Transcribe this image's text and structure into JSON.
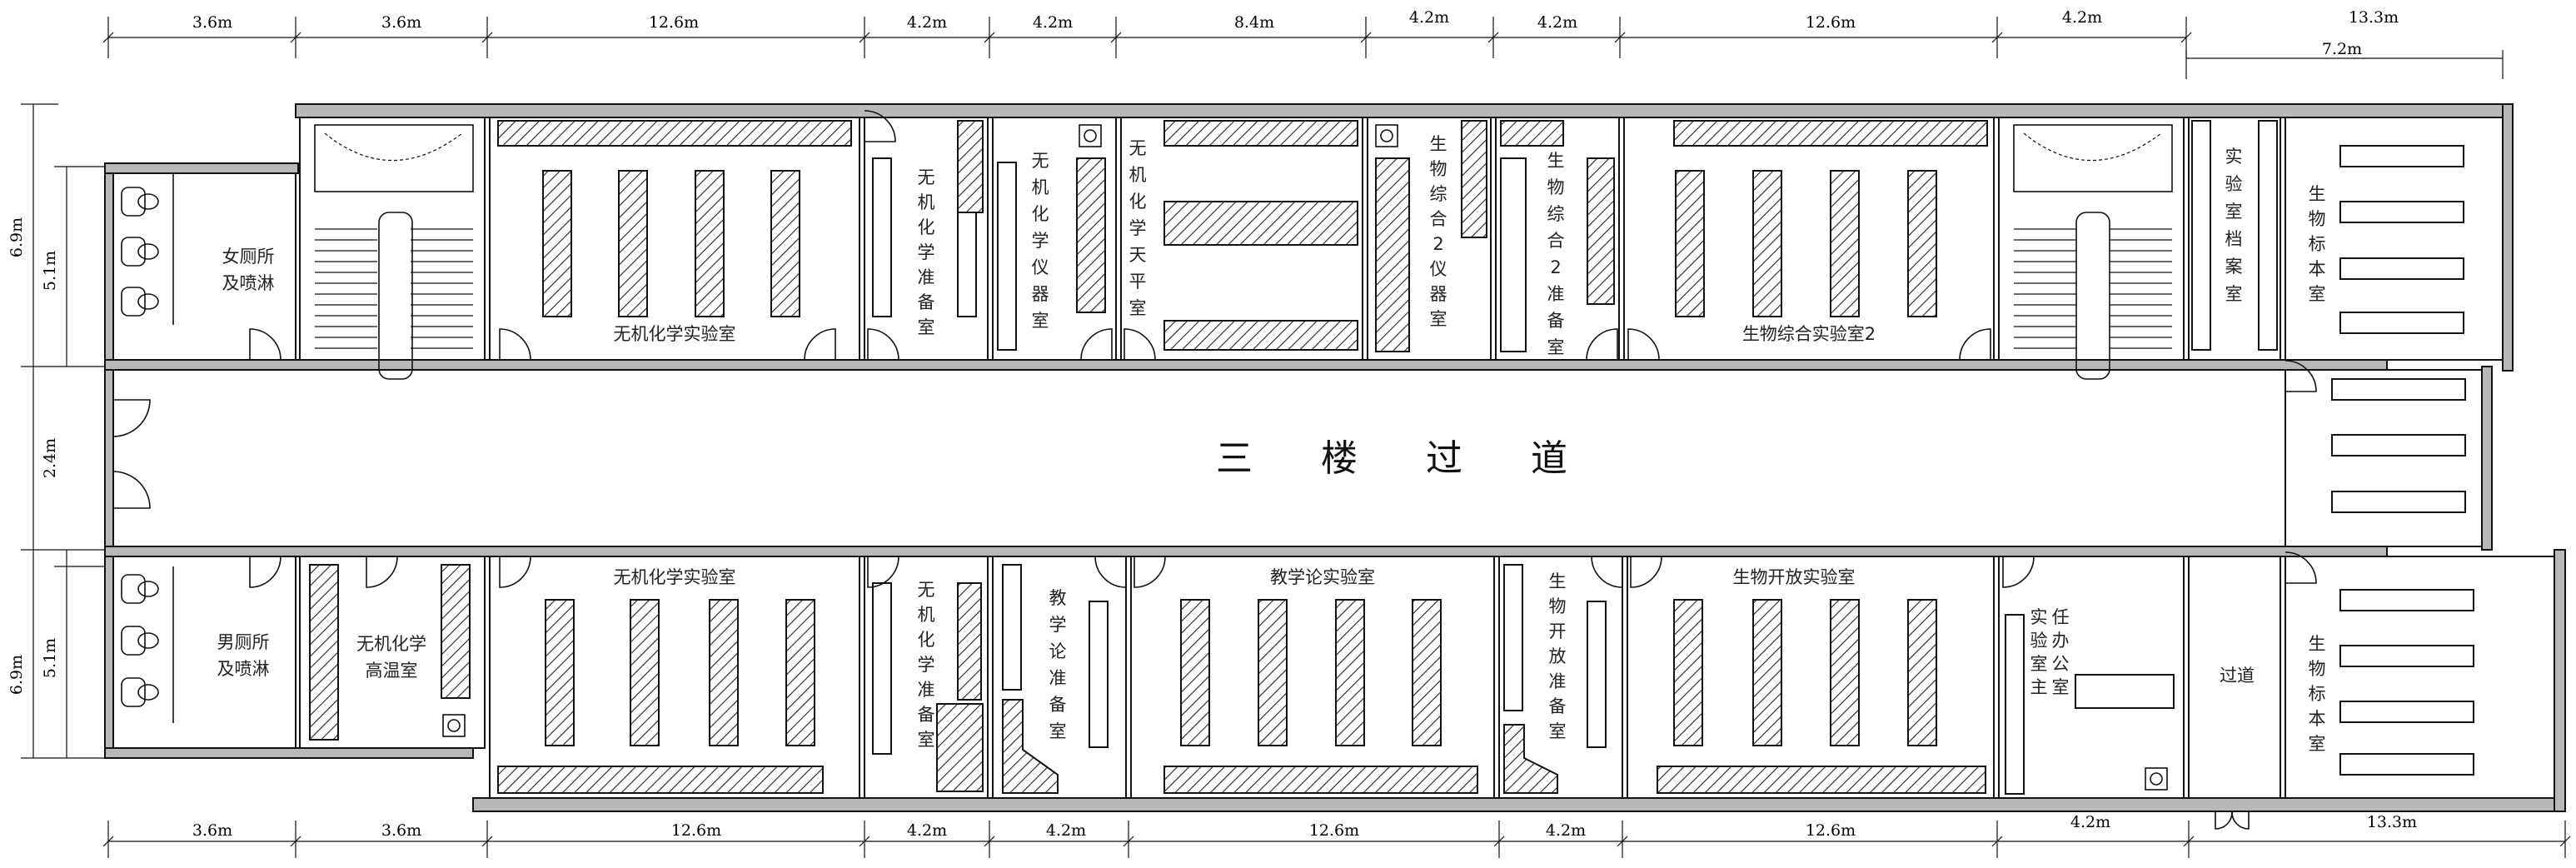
{
  "dimensions": {
    "top_row": [
      "3.6m",
      "3.6m",
      "12.6m",
      "4.2m",
      "4.2m",
      "8.4m",
      "4.2m",
      "4.2m",
      "12.6m",
      "4.2m",
      "13.3m"
    ],
    "top_extra": "7.2m",
    "bottom_row": [
      "3.6m",
      "3.6m",
      "12.6m",
      "4.2m",
      "4.2m",
      "12.6m",
      "4.2m",
      "12.6m",
      "4.2m",
      "13.3m"
    ],
    "left_side": [
      "6.9m",
      "5.1m",
      "2.4m",
      "6.9m",
      "5.1m"
    ]
  },
  "corridor": {
    "label": "三 楼 过 道"
  },
  "rooms_top": {
    "womens": "女厕所\n及喷淋",
    "inorganic_lab": "无机化学实验室",
    "inorganic_prep": "无机化学准备室",
    "inorganic_instr": "无机化学仪器室",
    "inorganic_balance": "无机化学天平室",
    "bio_instr2": "生物综合2仪器室",
    "bio_prep2": "生物综合2准备室",
    "bio_lab2": "生物综合实验室2",
    "archive": "实验室档案室",
    "specimen_top": "生物标本室"
  },
  "rooms_bottom": {
    "mens": "男厕所\n及喷淋",
    "high_temp": "无机化学\n高温室",
    "inorganic_lab": "无机化学实验室",
    "inorganic_prep": "无机化学准备室",
    "teaching_prep": "教学论准备室",
    "teaching_lab": "教学论实验室",
    "bio_open_prep": "生物开放准备室",
    "bio_open_lab": "生物开放实验室",
    "director": "实验室主任办公室",
    "passage": "过道",
    "specimen_bottom": "生物标本室"
  }
}
